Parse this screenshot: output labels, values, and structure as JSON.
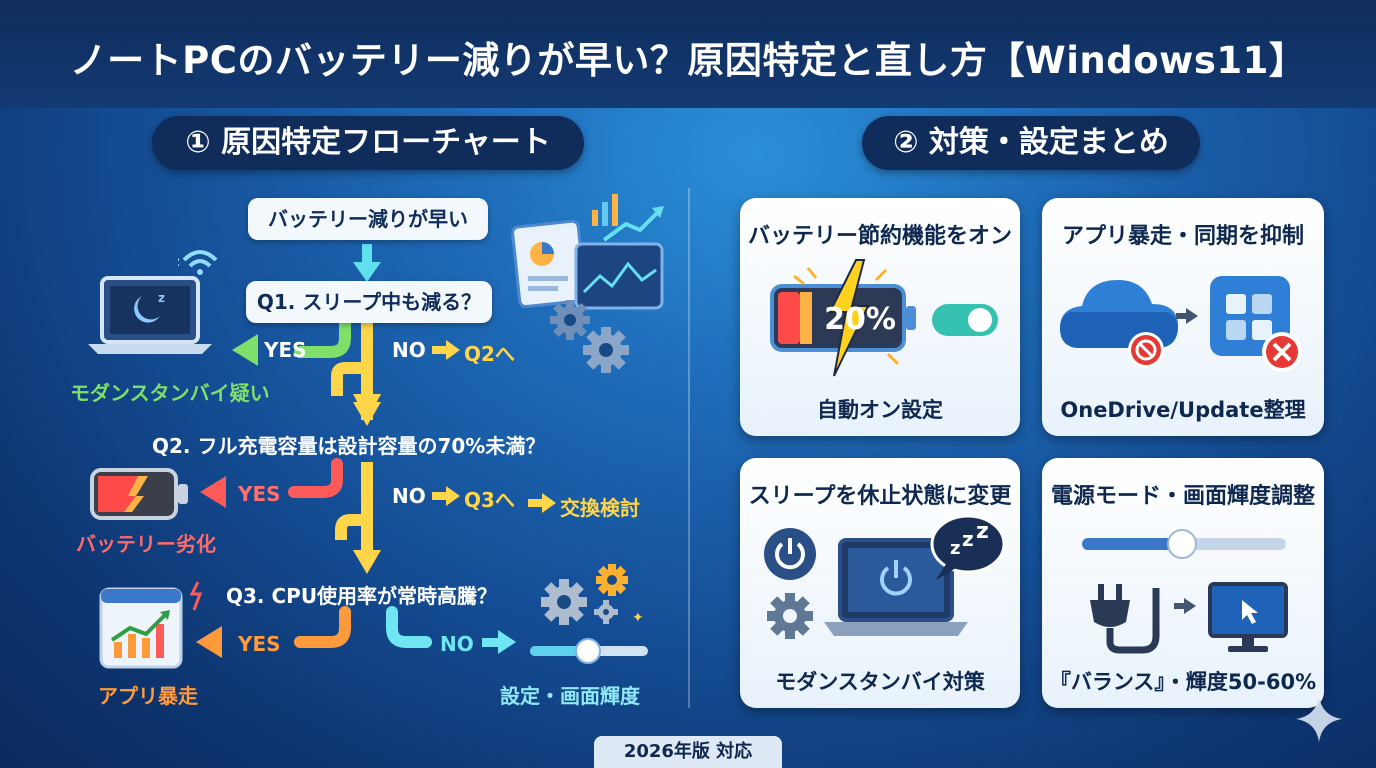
{
  "header": {
    "title": "ノートPCのバッテリー減りが早い？原因特定と直し方【Windows11】"
  },
  "section1": {
    "heading": "① 原因特定フローチャート"
  },
  "section2": {
    "heading": "② 対策・設定まとめ"
  },
  "flow": {
    "start": "バッテリー減りが早い",
    "q1": "Q1. スリープ中も減る？",
    "q1_yes": "YES",
    "q1_no": "NO",
    "q1_next": "Q2へ",
    "q1_result": "モダンスタンバイ疑い",
    "q2": "Q2. フル充電容量は設計容量の70%未満？",
    "q2_yes": "YES",
    "q2_no": "NO",
    "q2_next": "Q3へ",
    "q2_extra": "交換検討",
    "q2_result": "バッテリー劣化",
    "q3": "Q3. CPU使用率が常時高騰？",
    "q3_yes": "YES",
    "q3_no": "NO",
    "q3_result": "アプリ暴走",
    "q3_no_result": "設定・画面輝度"
  },
  "cards": [
    {
      "title": "バッテリー節約機能をオン",
      "caption": "自動オン設定",
      "battery_text": "20%"
    },
    {
      "title": "アプリ暴走・同期を抑制",
      "caption": "OneDrive/Update整理"
    },
    {
      "title": "スリープを休止状態に変更",
      "caption": "モダンスタンバイ対策"
    },
    {
      "title": "電源モード・画面輝度調整",
      "caption": "『バランス』・輝度50-60%"
    }
  ],
  "footer": {
    "label": "2026年版 対応"
  },
  "colors": {
    "yes_green": "#7ee06a",
    "yes_red": "#ff5a5a",
    "yes_orange": "#ff9a3c",
    "flow_yellow": "#ffd54a",
    "no_cyan": "#6fe6f2",
    "navy": "#102c5a"
  },
  "icons": [
    "laptop-moon-icon",
    "wifi-icon",
    "battery-low-icon",
    "chart-window-icon",
    "dashboard-icon",
    "gear-icon",
    "battery-bolt-icon",
    "toggle-icon",
    "cloud-blocked-icon",
    "app-tiles-icon",
    "power-icon",
    "laptop-power-icon",
    "sleep-bubble-icon",
    "brightness-slider-icon",
    "plug-icon",
    "monitor-icon",
    "sparkle-icon"
  ]
}
